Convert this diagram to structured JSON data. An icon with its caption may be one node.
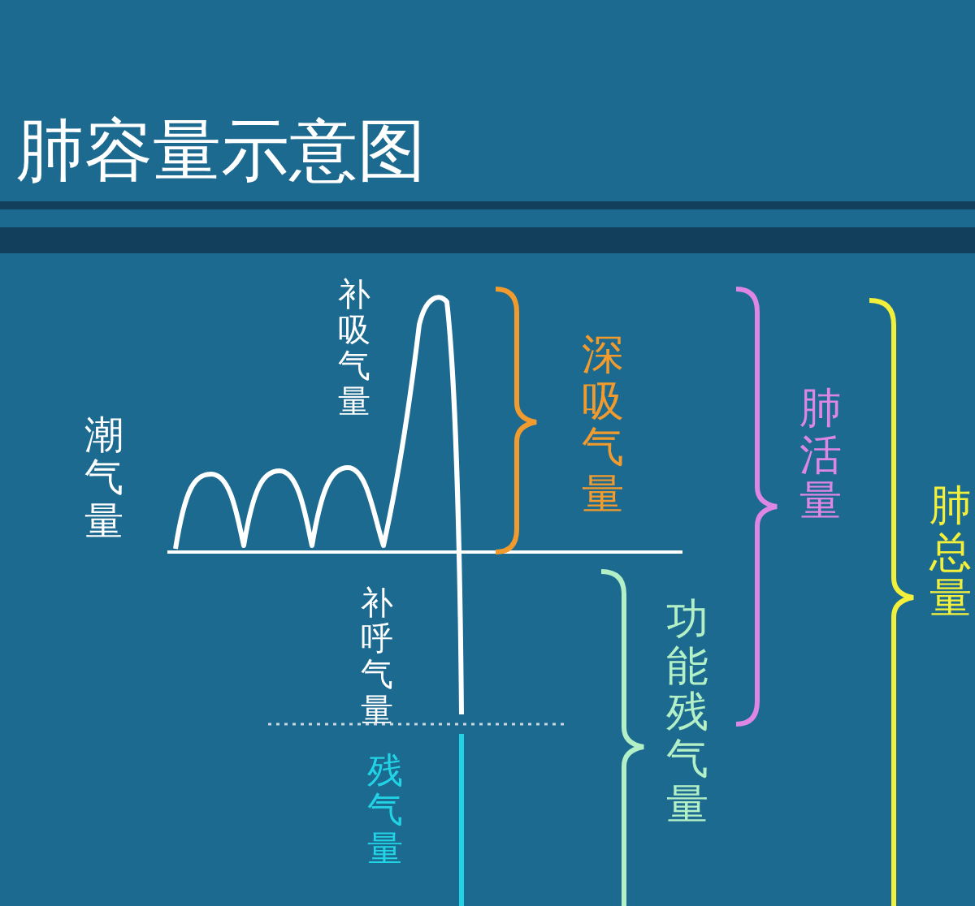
{
  "diagram": {
    "title": "肺容量示意图",
    "labels": [
      "补吸气量",
      "深吸气量",
      "肺活量",
      "肺总量",
      "潮气量",
      "补呼气量",
      "功能残气量",
      "残气量"
    ]
  }
}
